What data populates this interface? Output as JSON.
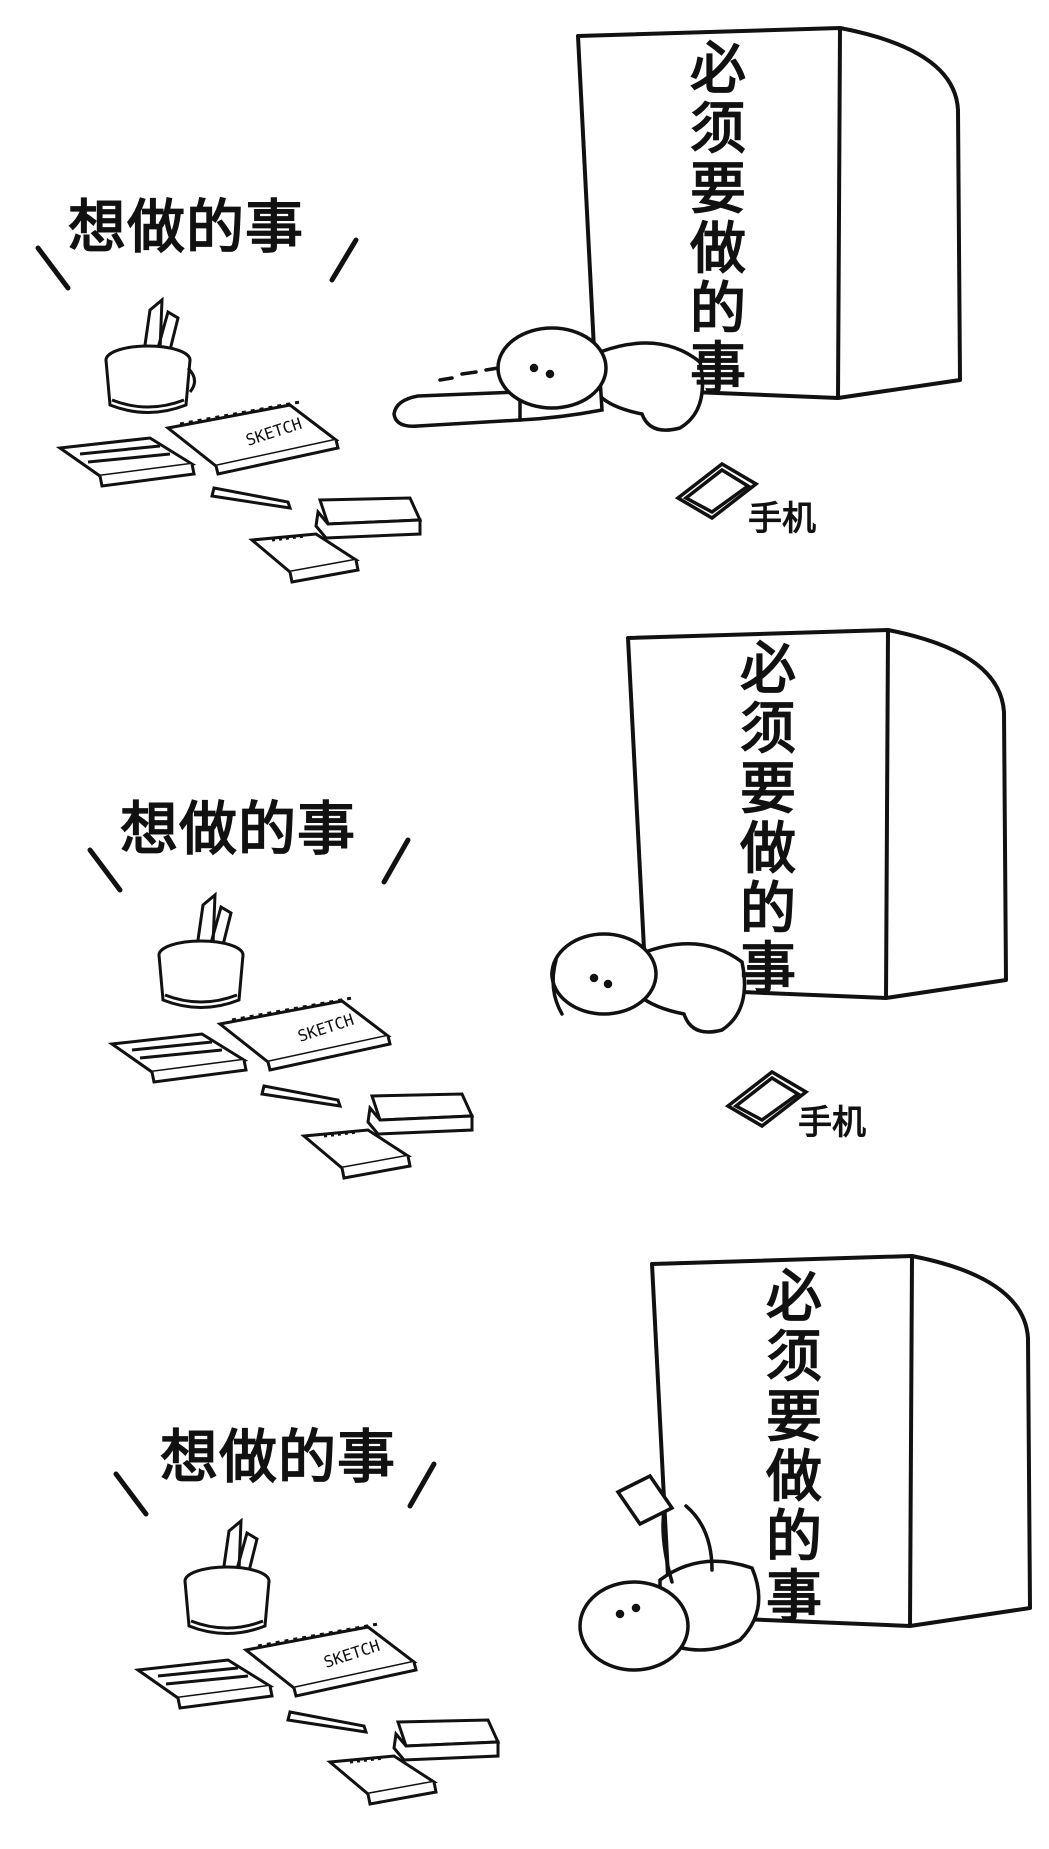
{
  "panels": [
    {
      "want_label": "想做的事",
      "box_chars": [
        "必",
        "须",
        "要",
        "做",
        "的",
        "事"
      ],
      "phone_label": "手机"
    },
    {
      "want_label": "想做的事",
      "box_chars": [
        "必",
        "须",
        "要",
        "做",
        "的",
        "事"
      ],
      "phone_label": "手机"
    },
    {
      "want_label": "想做的事",
      "box_chars": [
        "必",
        "须",
        "要",
        "做",
        "的",
        "事"
      ]
    }
  ]
}
